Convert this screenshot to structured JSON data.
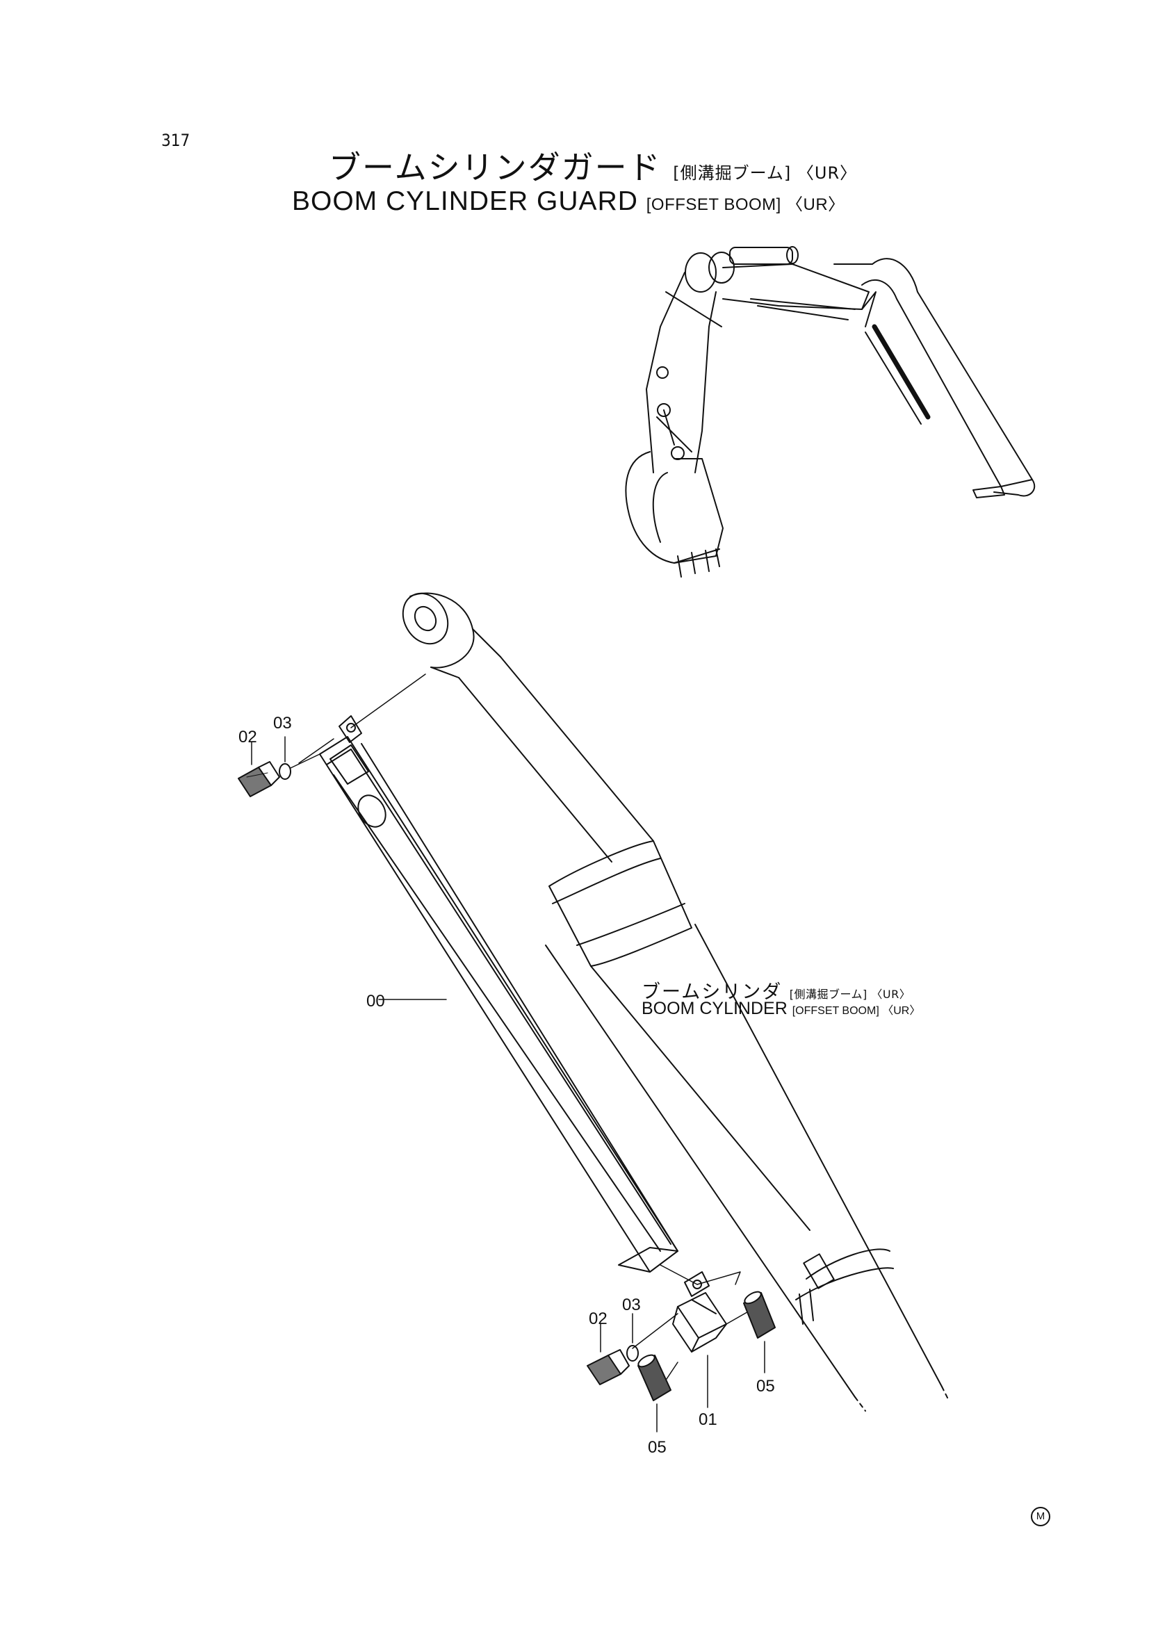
{
  "page": {
    "number": "317"
  },
  "title": {
    "jp_main": "ブームシリンダガード",
    "jp_sub": "[側溝掘ブーム] 〈UR〉",
    "en_main": "BOOM CYLINDER GUARD",
    "en_sub": "[OFFSET BOOM] 〈UR〉"
  },
  "assembly_label": {
    "jp_main": "ブームシリンダ",
    "jp_sub": "[側溝掘ブーム] 〈UR〉",
    "en_main": "BOOM CYLINDER",
    "en_sub": "[OFFSET BOOM] 〈UR〉"
  },
  "callouts": {
    "c02_top": "02",
    "c03_top": "03",
    "c00": "00",
    "c02_bottom": "02",
    "c03_bottom": "03",
    "c05_left": "05",
    "c01": "01",
    "c05_right": "05"
  },
  "mark": "M"
}
